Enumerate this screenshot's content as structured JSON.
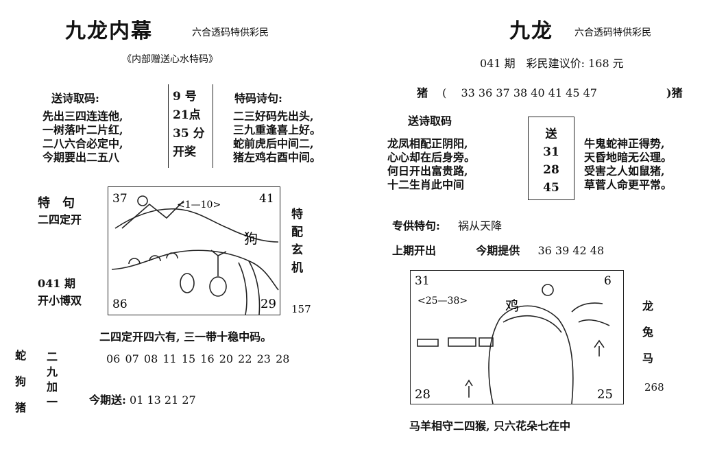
{
  "left": {
    "title": "九龙内幕",
    "slogan": "六合透码特供彩民",
    "subtitle": "《内部赠送心水特码》",
    "poem_left": {
      "heading": "送诗取码:",
      "lines": [
        "先出三四连连他,",
        "一树落叶二片红,",
        "二八六合必定中,",
        "今期要出二五八"
      ]
    },
    "mid_column": [
      "9 号",
      "21点",
      "35 分",
      "开奖"
    ],
    "poem_right": {
      "heading": "特码诗句:",
      "lines": [
        "二三好码先出头,",
        "三九重逢喜上好。",
        "蛇前虎后中间二,",
        "猪左鸡右酉中间。"
      ]
    },
    "special": {
      "label": "特　句",
      "value": "二四定开"
    },
    "issue": {
      "label": "041 期",
      "value": "开小博双"
    },
    "picture": {
      "tl": "37",
      "tr": "41",
      "range": "<1—10>",
      "char": "狗",
      "bl": "86",
      "br": "29"
    },
    "vertical_side": [
      "特",
      "配",
      "玄",
      "机"
    ],
    "side_num": "157",
    "statement": "二四定开四六有,  三一带十稳中码。",
    "zodiacs": [
      "蛇",
      "狗",
      "猪"
    ],
    "vertical_mid": [
      "二",
      "九",
      "加",
      "一"
    ],
    "numbers": [
      "06",
      "07",
      "08",
      "11",
      "15",
      "16",
      "20",
      "22",
      "23",
      "28"
    ],
    "today_label": "今期送:",
    "today_nums": [
      "01",
      "13",
      "21",
      "27"
    ]
  },
  "right": {
    "title": "九龙",
    "slogan": "六合透码特供彩民",
    "issue_line": "041 期　彩民建议价: 168 元",
    "pig_label": "猪",
    "pig_nums": [
      "33",
      "36",
      "37",
      "38",
      "40",
      "41",
      "45",
      "47"
    ],
    "pig_label2": ")猪",
    "poem_heading": "送诗取码",
    "poem_left": [
      "龙凤相配正阴阳,",
      "心心却在后身旁。",
      "何日开出富贵路,",
      "十二生肖此中间"
    ],
    "box_col": [
      "送",
      "31",
      "28",
      "45"
    ],
    "poem_right": [
      "牛鬼蛇神正得势,",
      "天昏地暗无公理。",
      "受害之人如鼠猪,",
      "草菅人命更平常。"
    ],
    "special_label": "专供特句:",
    "special_value": "祸从天降",
    "last_label": "上期开出",
    "provide_label": "今期提供",
    "provide_nums": [
      "36",
      "39",
      "42",
      "48"
    ],
    "picture": {
      "tl": "31",
      "tr": "6",
      "range": "<25—38>",
      "char": "鸡",
      "bl": "28",
      "br": "25"
    },
    "vertical_side": [
      "龙",
      "兔",
      "马"
    ],
    "side_num": "268",
    "footer": "马羊相守二四猴, 只六花朵七在中"
  }
}
